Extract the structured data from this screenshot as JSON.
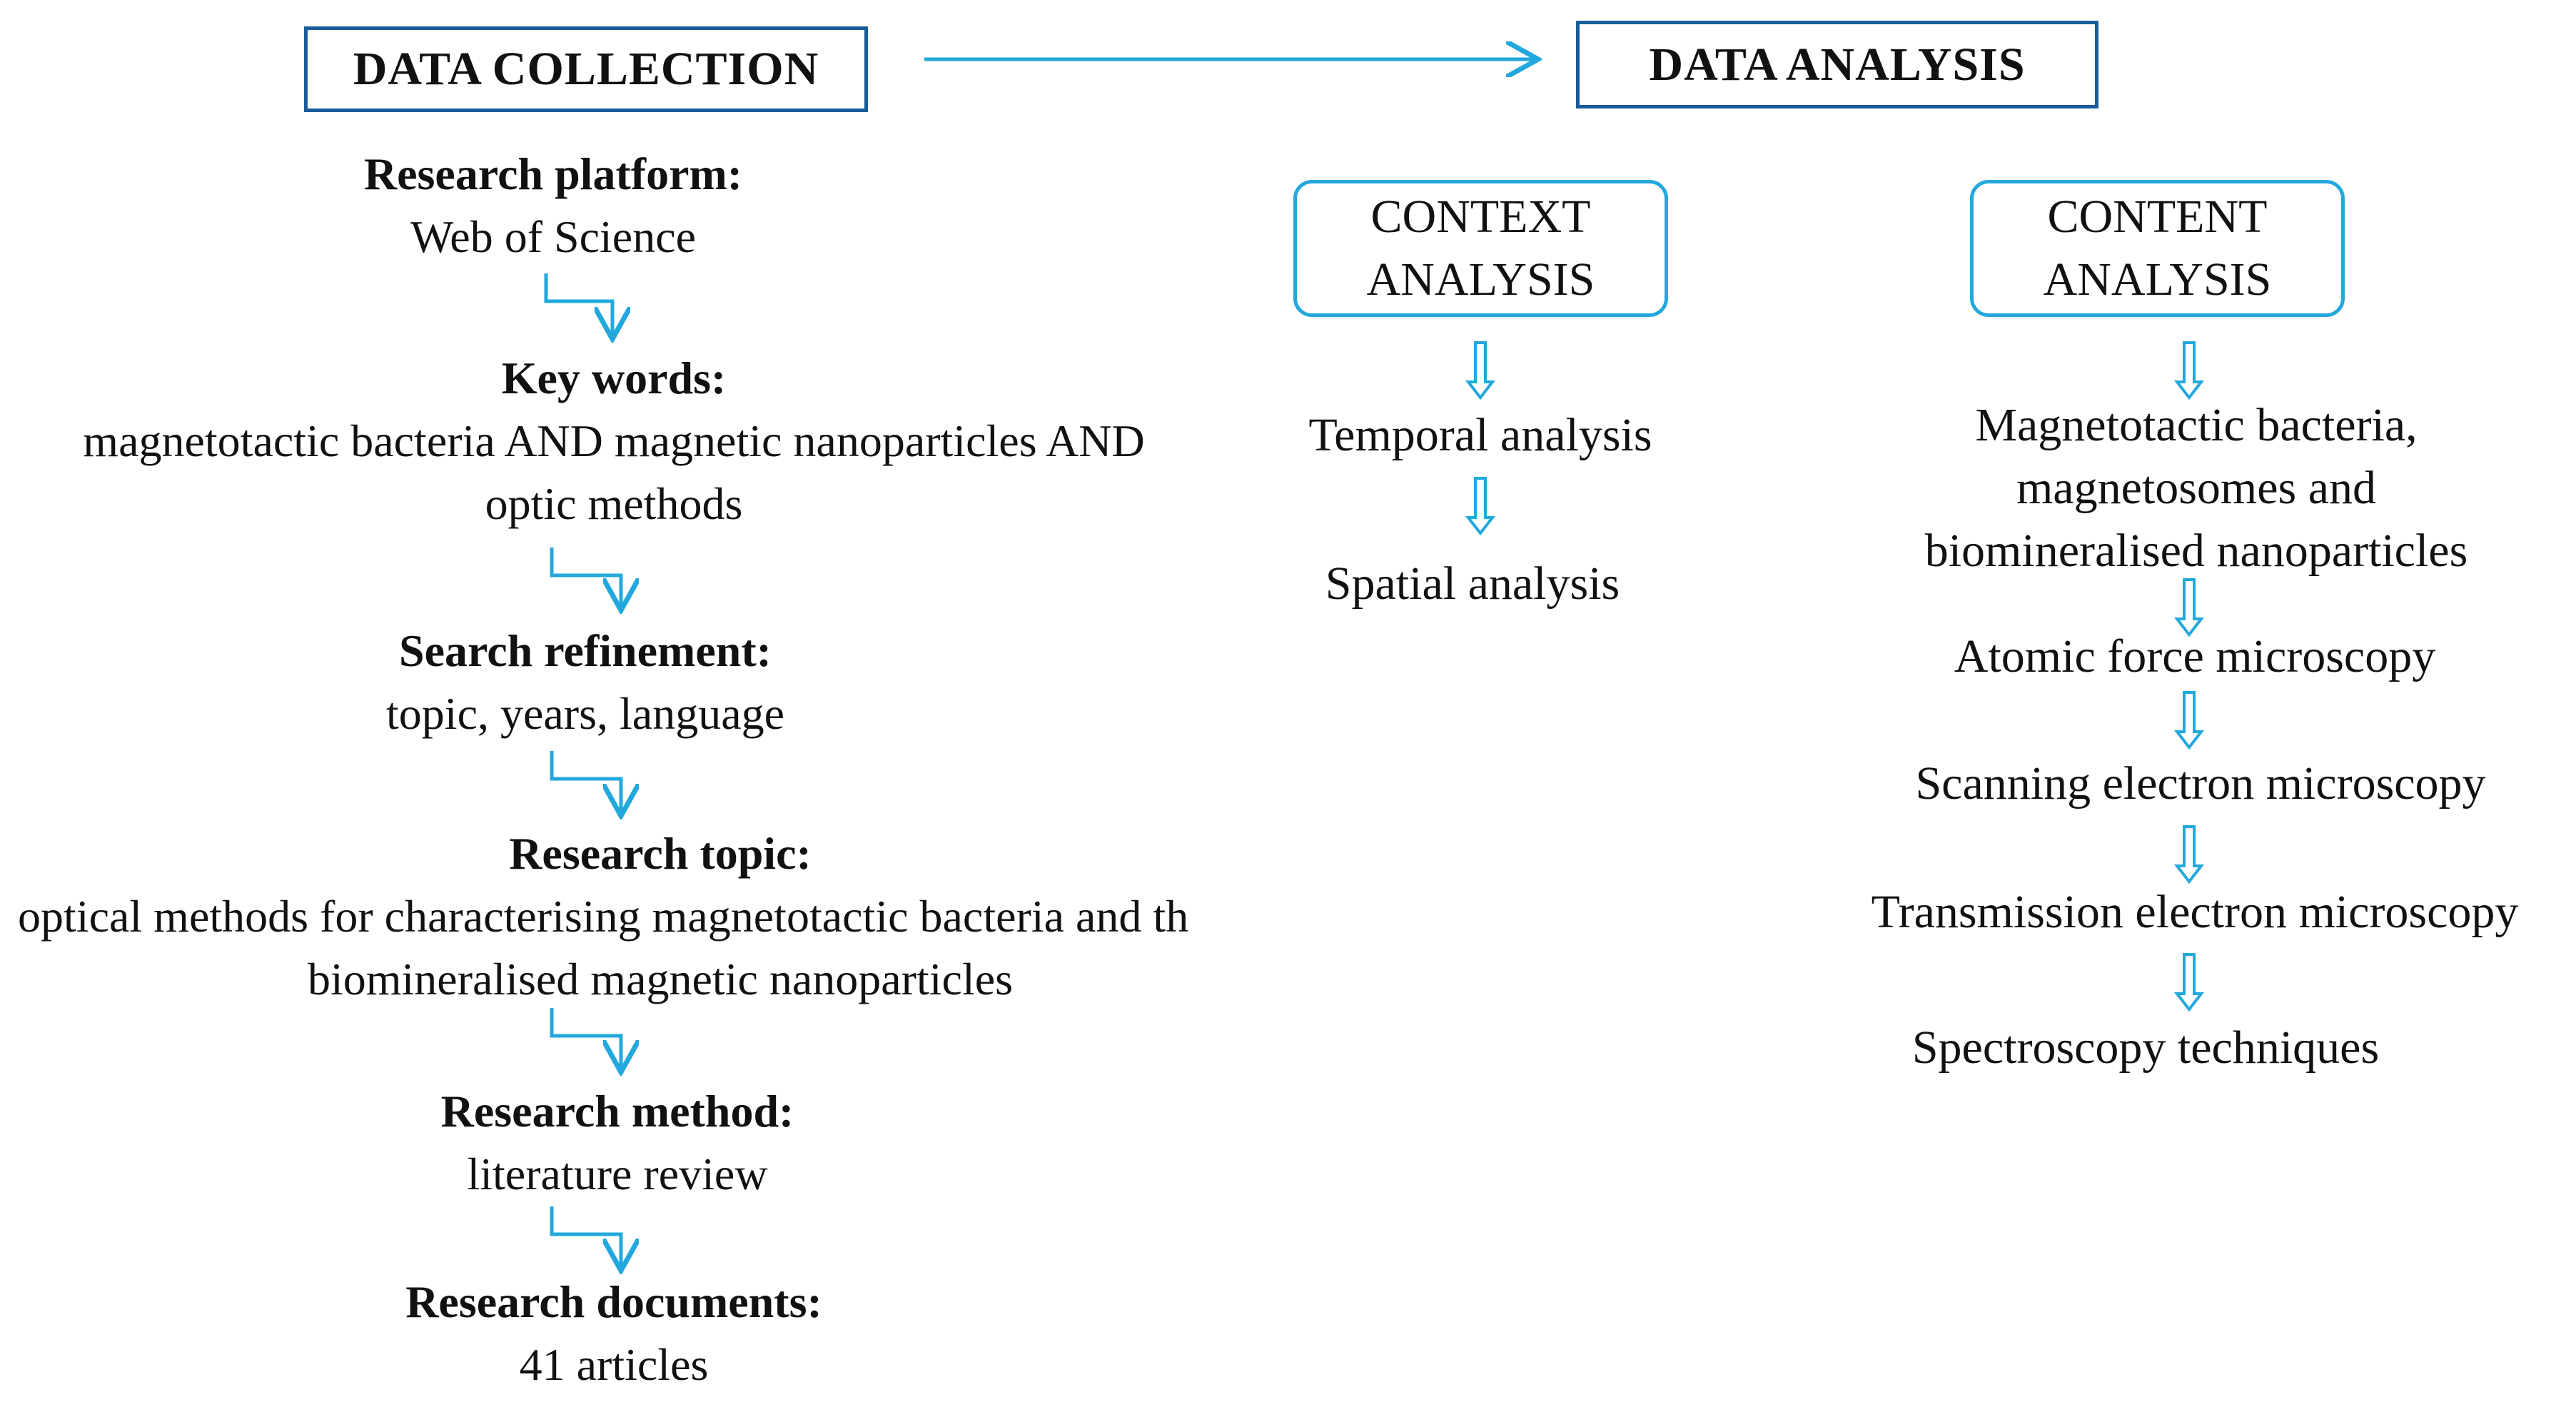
{
  "collection": {
    "header": "DATA COLLECTION",
    "steps": [
      {
        "title": "Research platform:",
        "lines": [
          "Web of Science"
        ]
      },
      {
        "title": "Key words:",
        "lines": [
          "magnetotactic bacteria AND magnetic nanoparticles AND",
          "optic methods"
        ]
      },
      {
        "title": "Search refinement:",
        "lines": [
          "topic, years, language"
        ]
      },
      {
        "title": "Research topic:",
        "lines": [
          "optical methods for characterising magnetotactic bacteria and th",
          "biomineralised magnetic nanoparticles"
        ]
      },
      {
        "title": "Research method:",
        "lines": [
          "literature review"
        ]
      },
      {
        "title": "Research documents:",
        "lines": [
          "41 articles"
        ]
      }
    ]
  },
  "analysis": {
    "header": "DATA ANALYSIS",
    "context": {
      "title_lines": [
        "CONTEXT",
        "ANALYSIS"
      ],
      "items": [
        "Temporal analysis",
        "Spatial analysis"
      ]
    },
    "content": {
      "title_lines": [
        "CONTENT",
        "ANALYSIS"
      ],
      "first_item_lines": [
        "Magnetotactic bacteria,",
        "magnetosomes and",
        "biomineralised nanoparticles"
      ],
      "items": [
        "Atomic force microscopy",
        "Scanning electron microscopy",
        "Transmission electron microscopy",
        "Spectroscopy techniques"
      ]
    }
  },
  "colors": {
    "header_border": "#1a5c9a",
    "accent": "#22a8dd",
    "text": "#111111"
  }
}
